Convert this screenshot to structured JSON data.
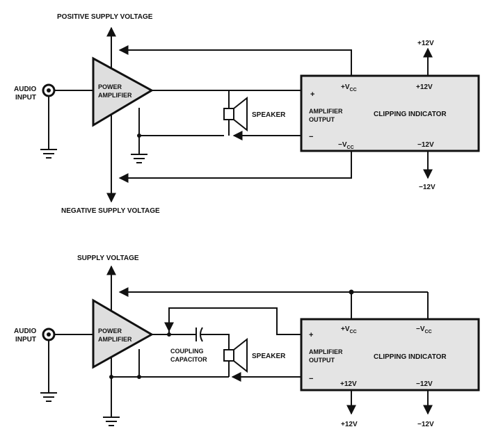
{
  "top": {
    "positive_supply": "POSITIVE SUPPLY VOLTAGE",
    "negative_supply": "NEGATIVE SUPPLY VOLTAGE",
    "audio_input": [
      "AUDIO",
      "INPUT"
    ],
    "amplifier": [
      "POWER",
      "AMPLIFIER"
    ],
    "speaker": "SPEAKER",
    "indicator": {
      "plus": "+",
      "minus": "−",
      "vcc_pos": "+V",
      "vcc_neg": "−V",
      "vcc_sub": "CC",
      "amp_output": [
        "AMPLIFIER",
        "OUTPUT"
      ],
      "title": "CLIPPING INDICATOR",
      "rail_pos": "+12V",
      "rail_neg": "−12V"
    },
    "supply_pos": "+12V",
    "supply_neg": "−12V"
  },
  "bottom": {
    "supply": "SUPPLY VOLTAGE",
    "audio_input": [
      "AUDIO",
      "INPUT"
    ],
    "amplifier": [
      "POWER",
      "AMPLIFIER"
    ],
    "capacitor": [
      "COUPLING",
      "CAPACITOR"
    ],
    "speaker": "SPEAKER",
    "indicator": {
      "plus": "+",
      "minus": "−",
      "vcc_pos": "+V",
      "vcc_neg": "−V",
      "vcc_sub": "CC",
      "amp_output": [
        "AMPLIFIER",
        "OUTPUT"
      ],
      "title": "CLIPPING INDICATOR",
      "rail_pos": "+12V",
      "rail_neg": "−12V"
    },
    "supply_pos": "+12V",
    "supply_neg": "−12V"
  }
}
